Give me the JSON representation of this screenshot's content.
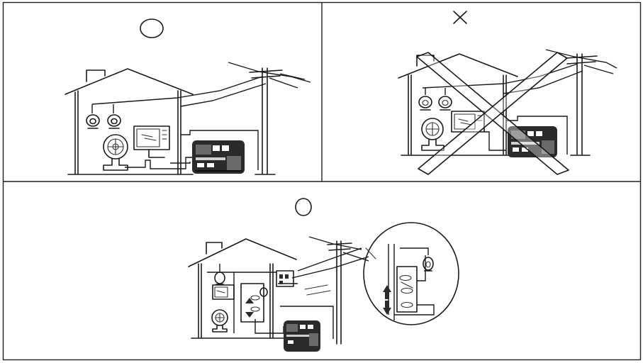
{
  "panels": [
    {
      "id": "top-left",
      "verdict": "correct",
      "mark_symbol": "circle"
    },
    {
      "id": "top-right",
      "verdict": "incorrect",
      "mark_symbol": "cross"
    },
    {
      "id": "bottom",
      "verdict": "correct",
      "mark_symbol": "circle"
    }
  ],
  "colors": {
    "line": "#1a1a1a",
    "generator_body": "#2b2b2b",
    "background": "#ffffff"
  },
  "icons": [
    "house",
    "light-bulb",
    "fan",
    "microwave",
    "generator",
    "utility-pole",
    "transfer-switch",
    "magnifier-inset"
  ]
}
